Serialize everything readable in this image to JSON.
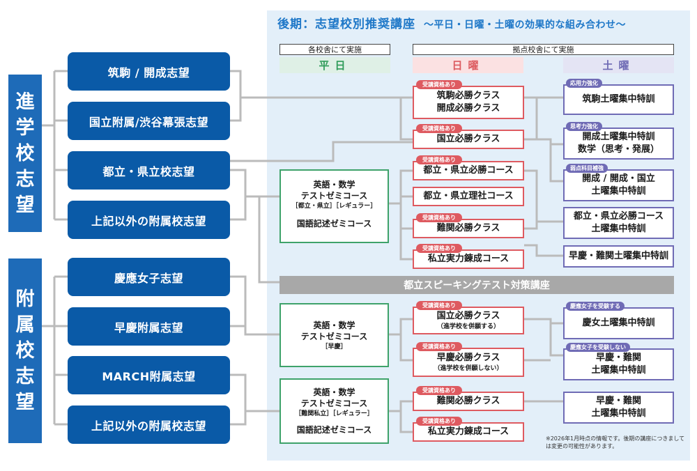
{
  "title": {
    "main": "後期：志望校別推奨講座",
    "sub": "〜平日・日曜・土曜の効果的な組み合わせ〜"
  },
  "categories": [
    {
      "label": "進学校志望"
    },
    {
      "label": "附属校志望"
    }
  ],
  "sources": [
    "筑駒 / 開成志望",
    "国立附属/渋谷幕張志望",
    "都立・県立校志望",
    "上記以外の附属校志望",
    "慶應女子志望",
    "早慶附属志望",
    "MARCH附属志望",
    "上記以外の附属校志望"
  ],
  "headers": {
    "each_school": "各校舎にて実施",
    "hub_school": "拠点校舎にて実施",
    "weekday": "平日",
    "sunday": "日曜",
    "saturday": "土曜"
  },
  "weekday_courses": [
    {
      "lines": [
        "英語・数学",
        "テストゼミコース"
      ],
      "tag": "［都立・県立］［レギュラー］",
      "extra": "国語記述ゼミコース"
    },
    {
      "lines": [
        "英語・数学",
        "テストゼミコース"
      ],
      "tag": "［早慶］",
      "extra": ""
    },
    {
      "lines": [
        "英語・数学",
        "テストゼミコース"
      ],
      "tag": "［難関私立］［レギュラー］",
      "extra": "国語記述ゼミコース"
    }
  ],
  "qualification_tag": "受講資格あり",
  "sunday_courses": [
    {
      "lines": [
        "筑駒必勝クラス",
        "開成必勝クラス"
      ],
      "note": "",
      "tag": true
    },
    {
      "lines": [
        "国立必勝クラス"
      ],
      "note": "",
      "tag": true
    },
    {
      "lines": [
        "都立・県立必勝コース"
      ],
      "note": "",
      "tag": true
    },
    {
      "lines": [
        "都立・県立理社コース"
      ],
      "note": "",
      "tag": false
    },
    {
      "lines": [
        "難関必勝クラス"
      ],
      "note": "",
      "tag": true
    },
    {
      "lines": [
        "私立実力錬成コース"
      ],
      "note": "",
      "tag": true
    },
    {
      "lines": [
        "国立必勝クラス"
      ],
      "note": "（進学校を併願する）",
      "tag": true
    },
    {
      "lines": [
        "早慶必勝クラス"
      ],
      "note": "（進学校を併願しない）",
      "tag": true
    },
    {
      "lines": [
        "難関必勝クラス"
      ],
      "note": "",
      "tag": true
    },
    {
      "lines": [
        "私立実力錬成コース"
      ],
      "note": "",
      "tag": true
    }
  ],
  "saturday_courses": [
    {
      "lines": [
        "筑駒土曜集中特訓"
      ],
      "tag": "応用力強化"
    },
    {
      "lines": [
        "開成土曜集中特訓",
        "数学（思考・発展）"
      ],
      "tag": "思考力強化"
    },
    {
      "lines": [
        "開成 / 開成・国立",
        "土曜集中特訓"
      ],
      "tag": "弱点科目補強"
    },
    {
      "lines": [
        "都立・県立必勝コース",
        "土曜集中特訓"
      ],
      "tag": ""
    },
    {
      "lines": [
        "早慶・難関土曜集中特訓"
      ],
      "tag": ""
    },
    {
      "lines": [
        "慶女土曜集中特訓"
      ],
      "tag": "慶應女子を受験する"
    },
    {
      "lines": [
        "早慶・難関",
        "土曜集中特訓"
      ],
      "tag": "慶應女子を受験しない"
    },
    {
      "lines": [
        "早慶・難関",
        "土曜集中特訓"
      ],
      "tag": ""
    }
  ],
  "speaking_course": "都立スピーキングテスト対策講座",
  "note": "※2026年1月時点の情報です。後期の講座につきましては変更の可能性があります。",
  "colors": {
    "category": "#1e6bb8",
    "source": "#0a5aa7",
    "weekday": "#3ea26a",
    "sunday": "#de5a60",
    "saturday": "#6f6bb5",
    "connector": "#bbbbbb",
    "panel": "#e3eff9"
  }
}
